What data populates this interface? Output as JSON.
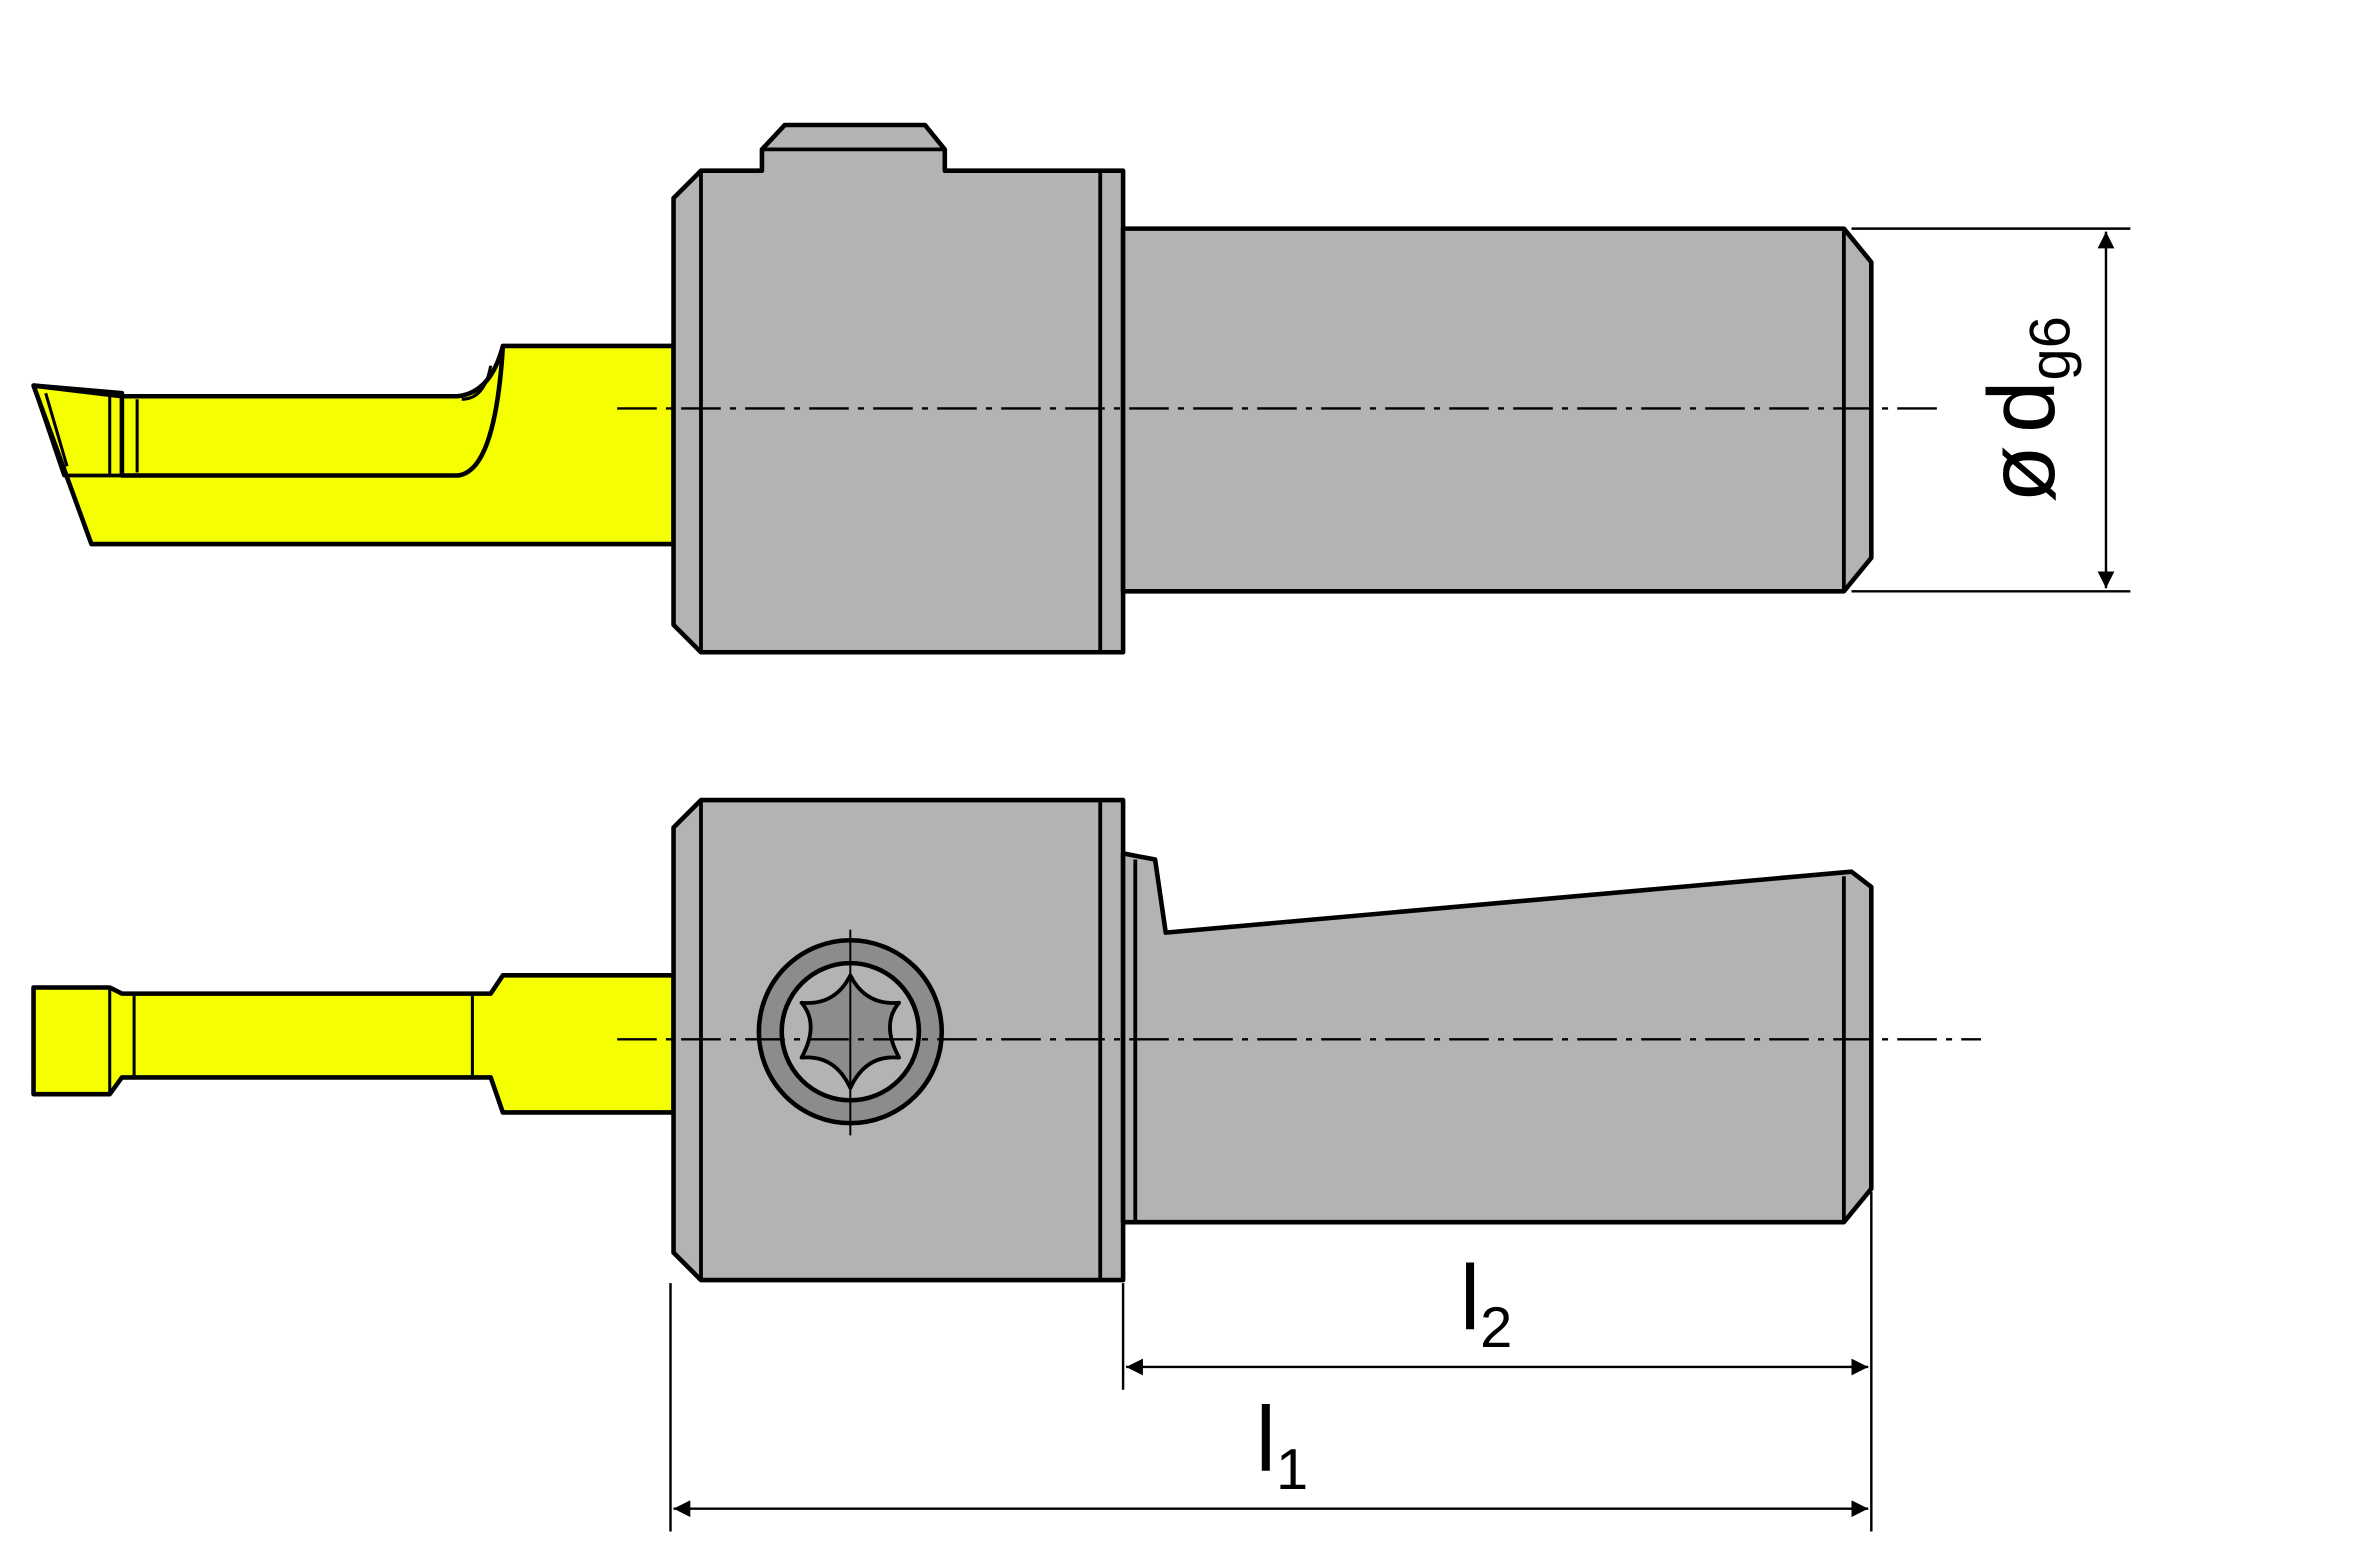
{
  "labels": {
    "diameter_symbol": "ø",
    "diameter_letter": "d",
    "diameter_tolerance": "g6",
    "l1_letter": "l",
    "l1_index": "1",
    "l2_letter": "l",
    "l2_index": "2"
  },
  "colors": {
    "body": "#b3b3b3",
    "body_dark": "#8c8c8c",
    "insert": "#f5ff00",
    "outline": "#000000",
    "background": "#ffffff"
  }
}
